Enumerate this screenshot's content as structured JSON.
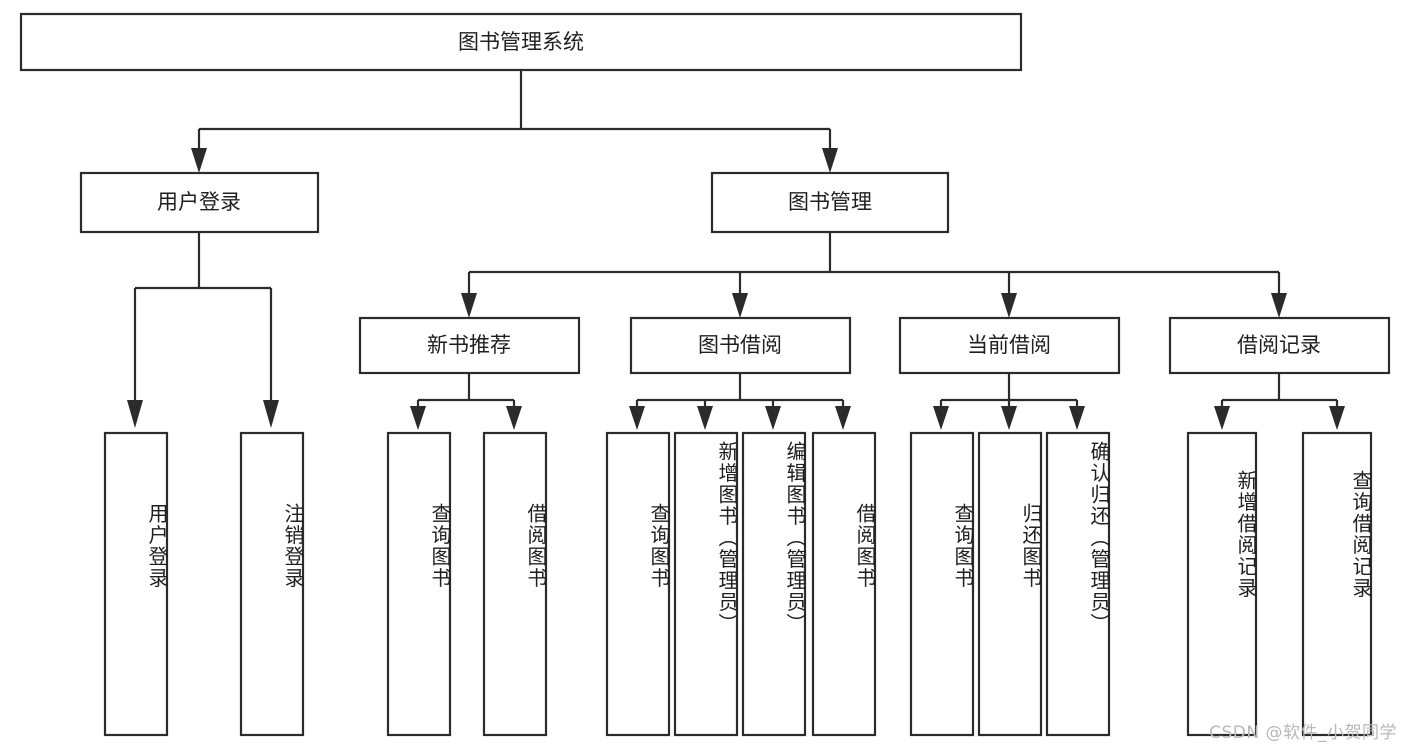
{
  "diagram": {
    "title": "图书管理系统",
    "type": "functional-decomposition-tree",
    "root": {
      "id": "root",
      "label": "图书管理系统"
    },
    "level1": [
      {
        "id": "user-login",
        "label": "用户登录"
      },
      {
        "id": "book-manage",
        "label": "图书管理"
      }
    ],
    "level2": [
      {
        "id": "new-book-recommend",
        "label": "新书推荐",
        "parent": "book-manage"
      },
      {
        "id": "book-borrow",
        "label": "图书借阅",
        "parent": "book-manage"
      },
      {
        "id": "current-borrow",
        "label": "当前借阅",
        "parent": "book-manage"
      },
      {
        "id": "borrow-record",
        "label": "借阅记录",
        "parent": "book-manage"
      }
    ],
    "leaves": {
      "user-login": [
        {
          "id": "leaf-user-login",
          "label": "用户登录"
        },
        {
          "id": "leaf-logout",
          "label": "注销登录"
        }
      ],
      "new-book-recommend": [
        {
          "id": "leaf-query-book-1",
          "label": "查询图书"
        },
        {
          "id": "leaf-borrow-book-1",
          "label": "借阅图书"
        }
      ],
      "book-borrow": [
        {
          "id": "leaf-query-book-2",
          "label": "查询图书"
        },
        {
          "id": "leaf-add-book",
          "label": "新增图书（管理员）"
        },
        {
          "id": "leaf-edit-book",
          "label": "编辑图书（管理员）"
        },
        {
          "id": "leaf-borrow-book-2",
          "label": "借阅图书"
        }
      ],
      "current-borrow": [
        {
          "id": "leaf-query-book-3",
          "label": "查询图书"
        },
        {
          "id": "leaf-return-book",
          "label": "归还图书"
        },
        {
          "id": "leaf-confirm-return",
          "label": "确认归还（管理员）"
        }
      ],
      "borrow-record": [
        {
          "id": "leaf-add-record",
          "label": "新增借阅记录"
        },
        {
          "id": "leaf-query-record",
          "label": "查询借阅记录"
        }
      ]
    }
  },
  "watermark": {
    "text": "CSDN @软件_小贺同学"
  },
  "colors": {
    "stroke": "#2b2b2b",
    "fill": "#ffffff",
    "text": "#1f1f1f",
    "watermark": "#b8b8b8"
  }
}
